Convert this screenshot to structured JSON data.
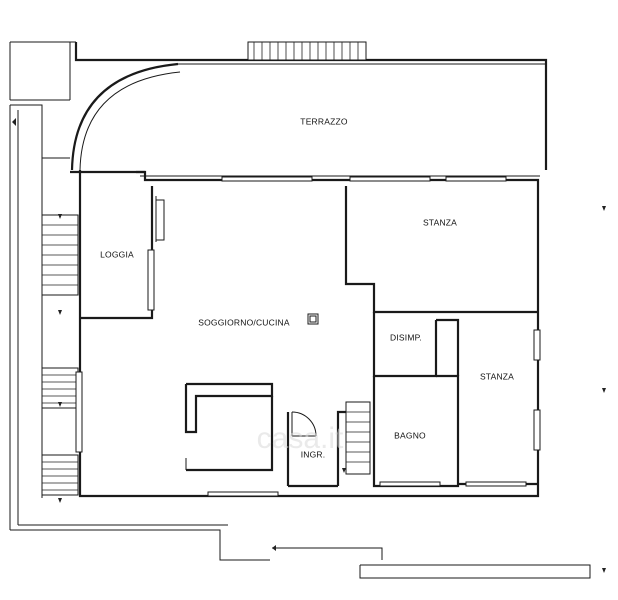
{
  "plan": {
    "rooms": [
      {
        "id": "terrazzo",
        "label": "TERRAZZO"
      },
      {
        "id": "loggia",
        "label": "LOGGIA"
      },
      {
        "id": "soggiorno",
        "label": "SOGGIORNO/CUCINA"
      },
      {
        "id": "stanza-1",
        "label": "STANZA"
      },
      {
        "id": "disimp",
        "label": "DISIMP."
      },
      {
        "id": "stanza-2",
        "label": "STANZA"
      },
      {
        "id": "bagno",
        "label": "BAGNO"
      },
      {
        "id": "ingr",
        "label": "INGR."
      }
    ],
    "watermark": "casa.it"
  }
}
